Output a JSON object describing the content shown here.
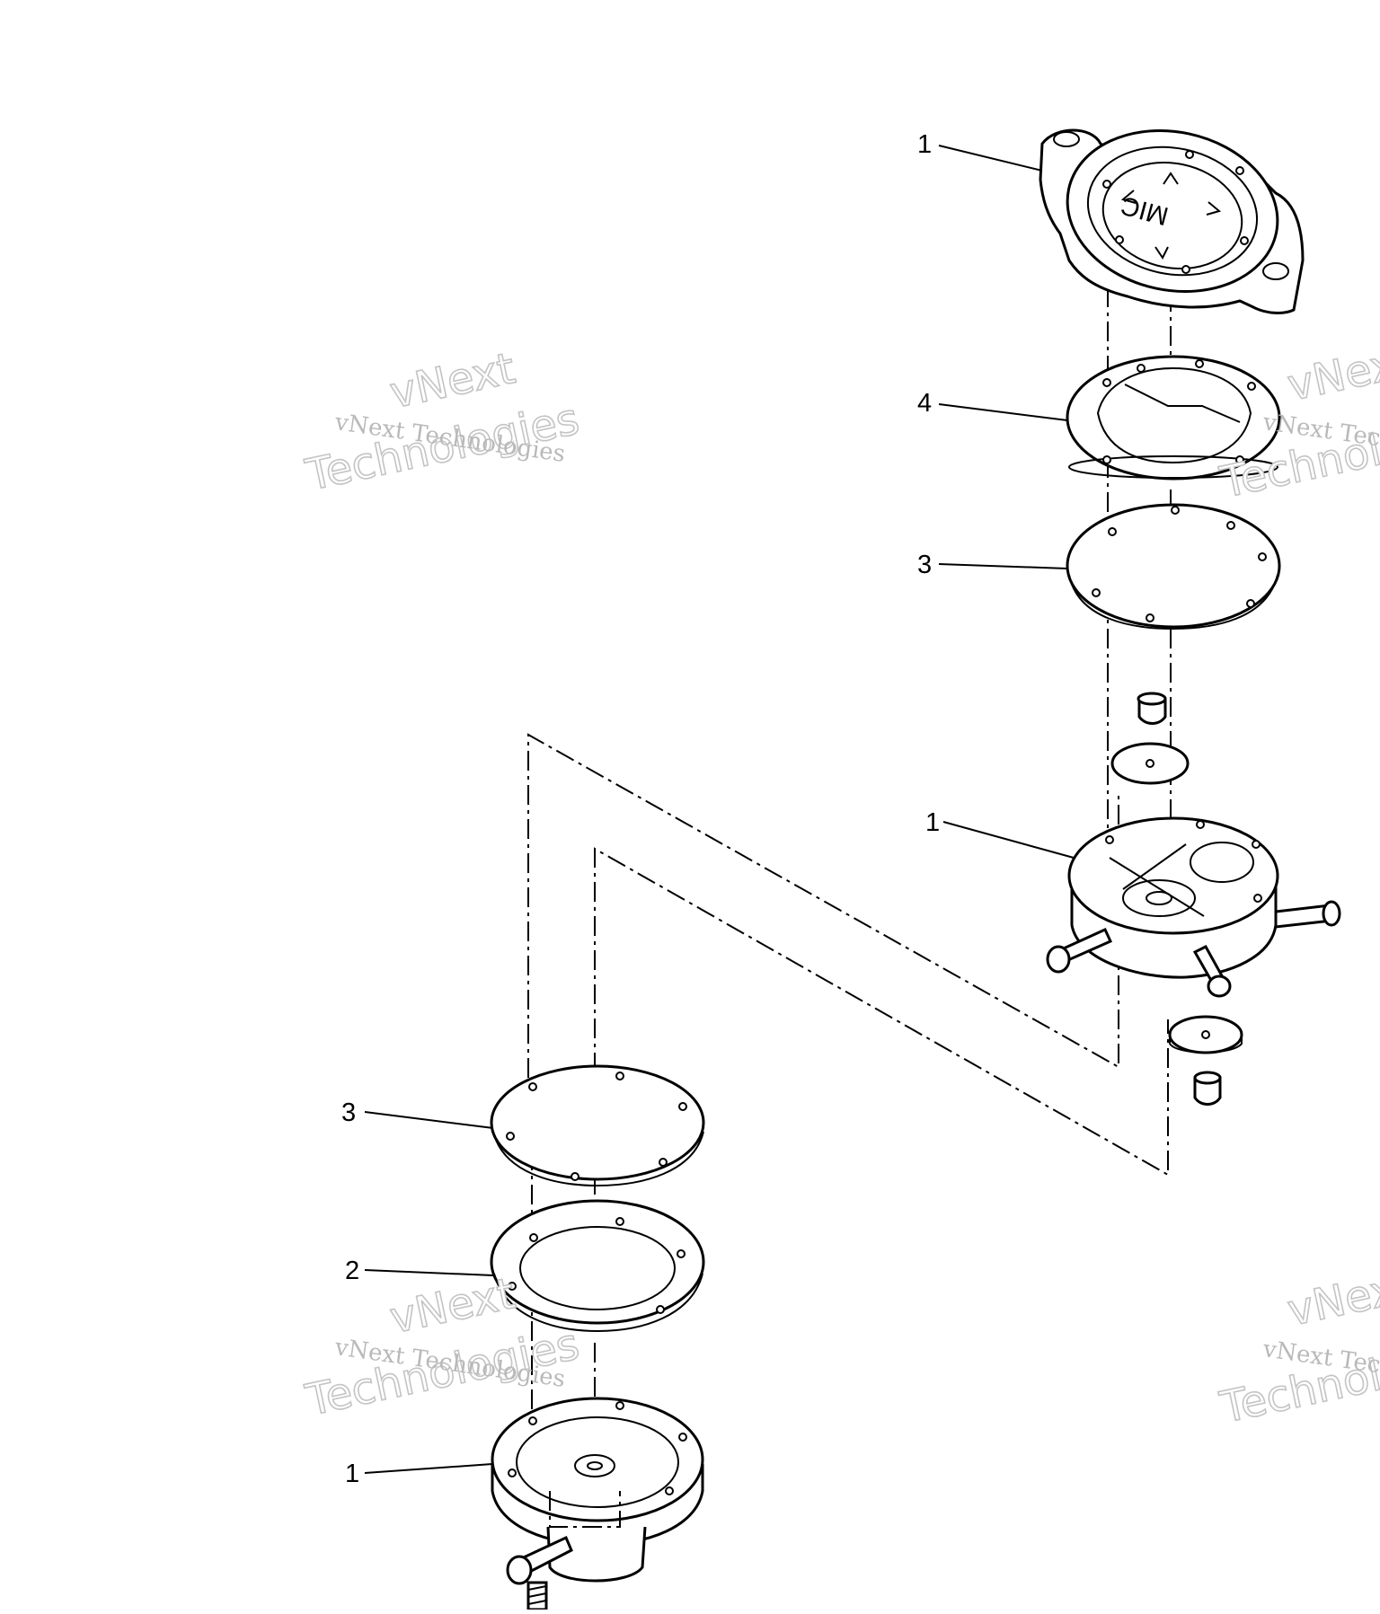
{
  "diagram": {
    "callouts": [
      {
        "id": "c1-top",
        "label": "1"
      },
      {
        "id": "c4",
        "label": "4"
      },
      {
        "id": "c3-top",
        "label": "3"
      },
      {
        "id": "c1-mid",
        "label": "1"
      },
      {
        "id": "c3-bottom",
        "label": "3"
      },
      {
        "id": "c2",
        "label": "2"
      },
      {
        "id": "c1-bottom",
        "label": "1"
      }
    ],
    "cover_marking": "MIC",
    "watermark": {
      "line_small": "vNext Technologies",
      "line_big_1": "vNext",
      "line_big_2": "Technologies"
    }
  }
}
